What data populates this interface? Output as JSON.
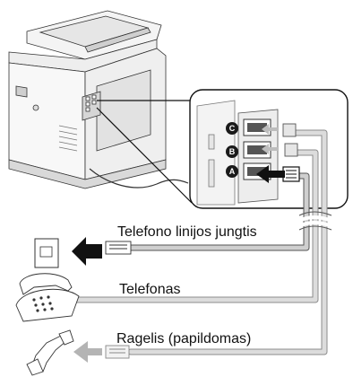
{
  "labels": {
    "line_connection": "Telefono linijos jungtis",
    "telephone": "Telefonas",
    "handset_optional": "Ragelis (papildomas)"
  },
  "ports": {
    "c": "C",
    "b": "B",
    "a": "A"
  },
  "colors": {
    "cable_fill": "#d9d9d9",
    "cable_edge": "#8c8c8c",
    "arrow_black": "#111111",
    "arrow_gray": "#b4b4b4",
    "outline": "#333333"
  }
}
